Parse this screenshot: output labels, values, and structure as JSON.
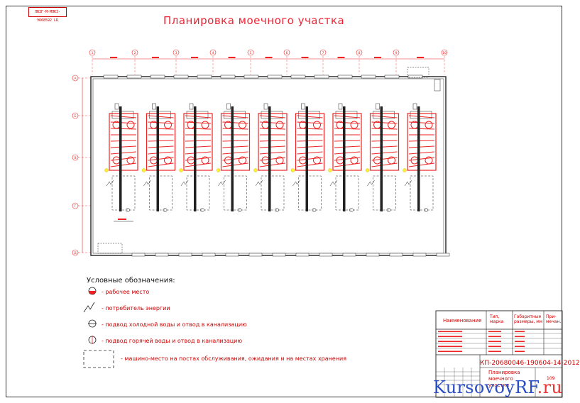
{
  "sheet": {
    "corner_code": "ЛВЗГ-М-МЛКЗ-Э668592 LR",
    "title": "Планировка моечного участка"
  },
  "grid": {
    "columns": [
      "1",
      "2",
      "3",
      "4",
      "5",
      "6",
      "7",
      "8",
      "9",
      "10"
    ],
    "rows": [
      "А",
      "Б",
      "В",
      "Г",
      "Д"
    ]
  },
  "plan": {
    "station_count": 9
  },
  "legend": {
    "title": "Условные обозначения:",
    "items": [
      {
        "icon": "workplace-icon",
        "text": "- рабочее место"
      },
      {
        "icon": "energy-consumer-icon",
        "text": "- потребитель энергии"
      },
      {
        "icon": "cold-water-icon",
        "text": "- подвод холодной воды и отвод в канализацию"
      },
      {
        "icon": "hot-water-icon",
        "text": "- подвод горячей воды и отвод в канализацию"
      },
      {
        "icon": "parking-place-icon",
        "text": "- машино-место на постах обслуживания, ожидания и на местах хранения"
      }
    ]
  },
  "title_block": {
    "headers": [
      "Наименование",
      "Тип, марка",
      "Габаритные размеры, мм",
      "При-мечан."
    ],
    "document_code": "КП-20680046-190604-14-2012",
    "sheet_title": "Планировка моечного участка",
    "sheet_number": "109"
  },
  "colors": {
    "accent": "#ee2222",
    "line": "#222222",
    "watermark": "#2a4ec6"
  },
  "watermark": {
    "text_main": "KursovoyRF",
    "text_dot": ".ru"
  }
}
